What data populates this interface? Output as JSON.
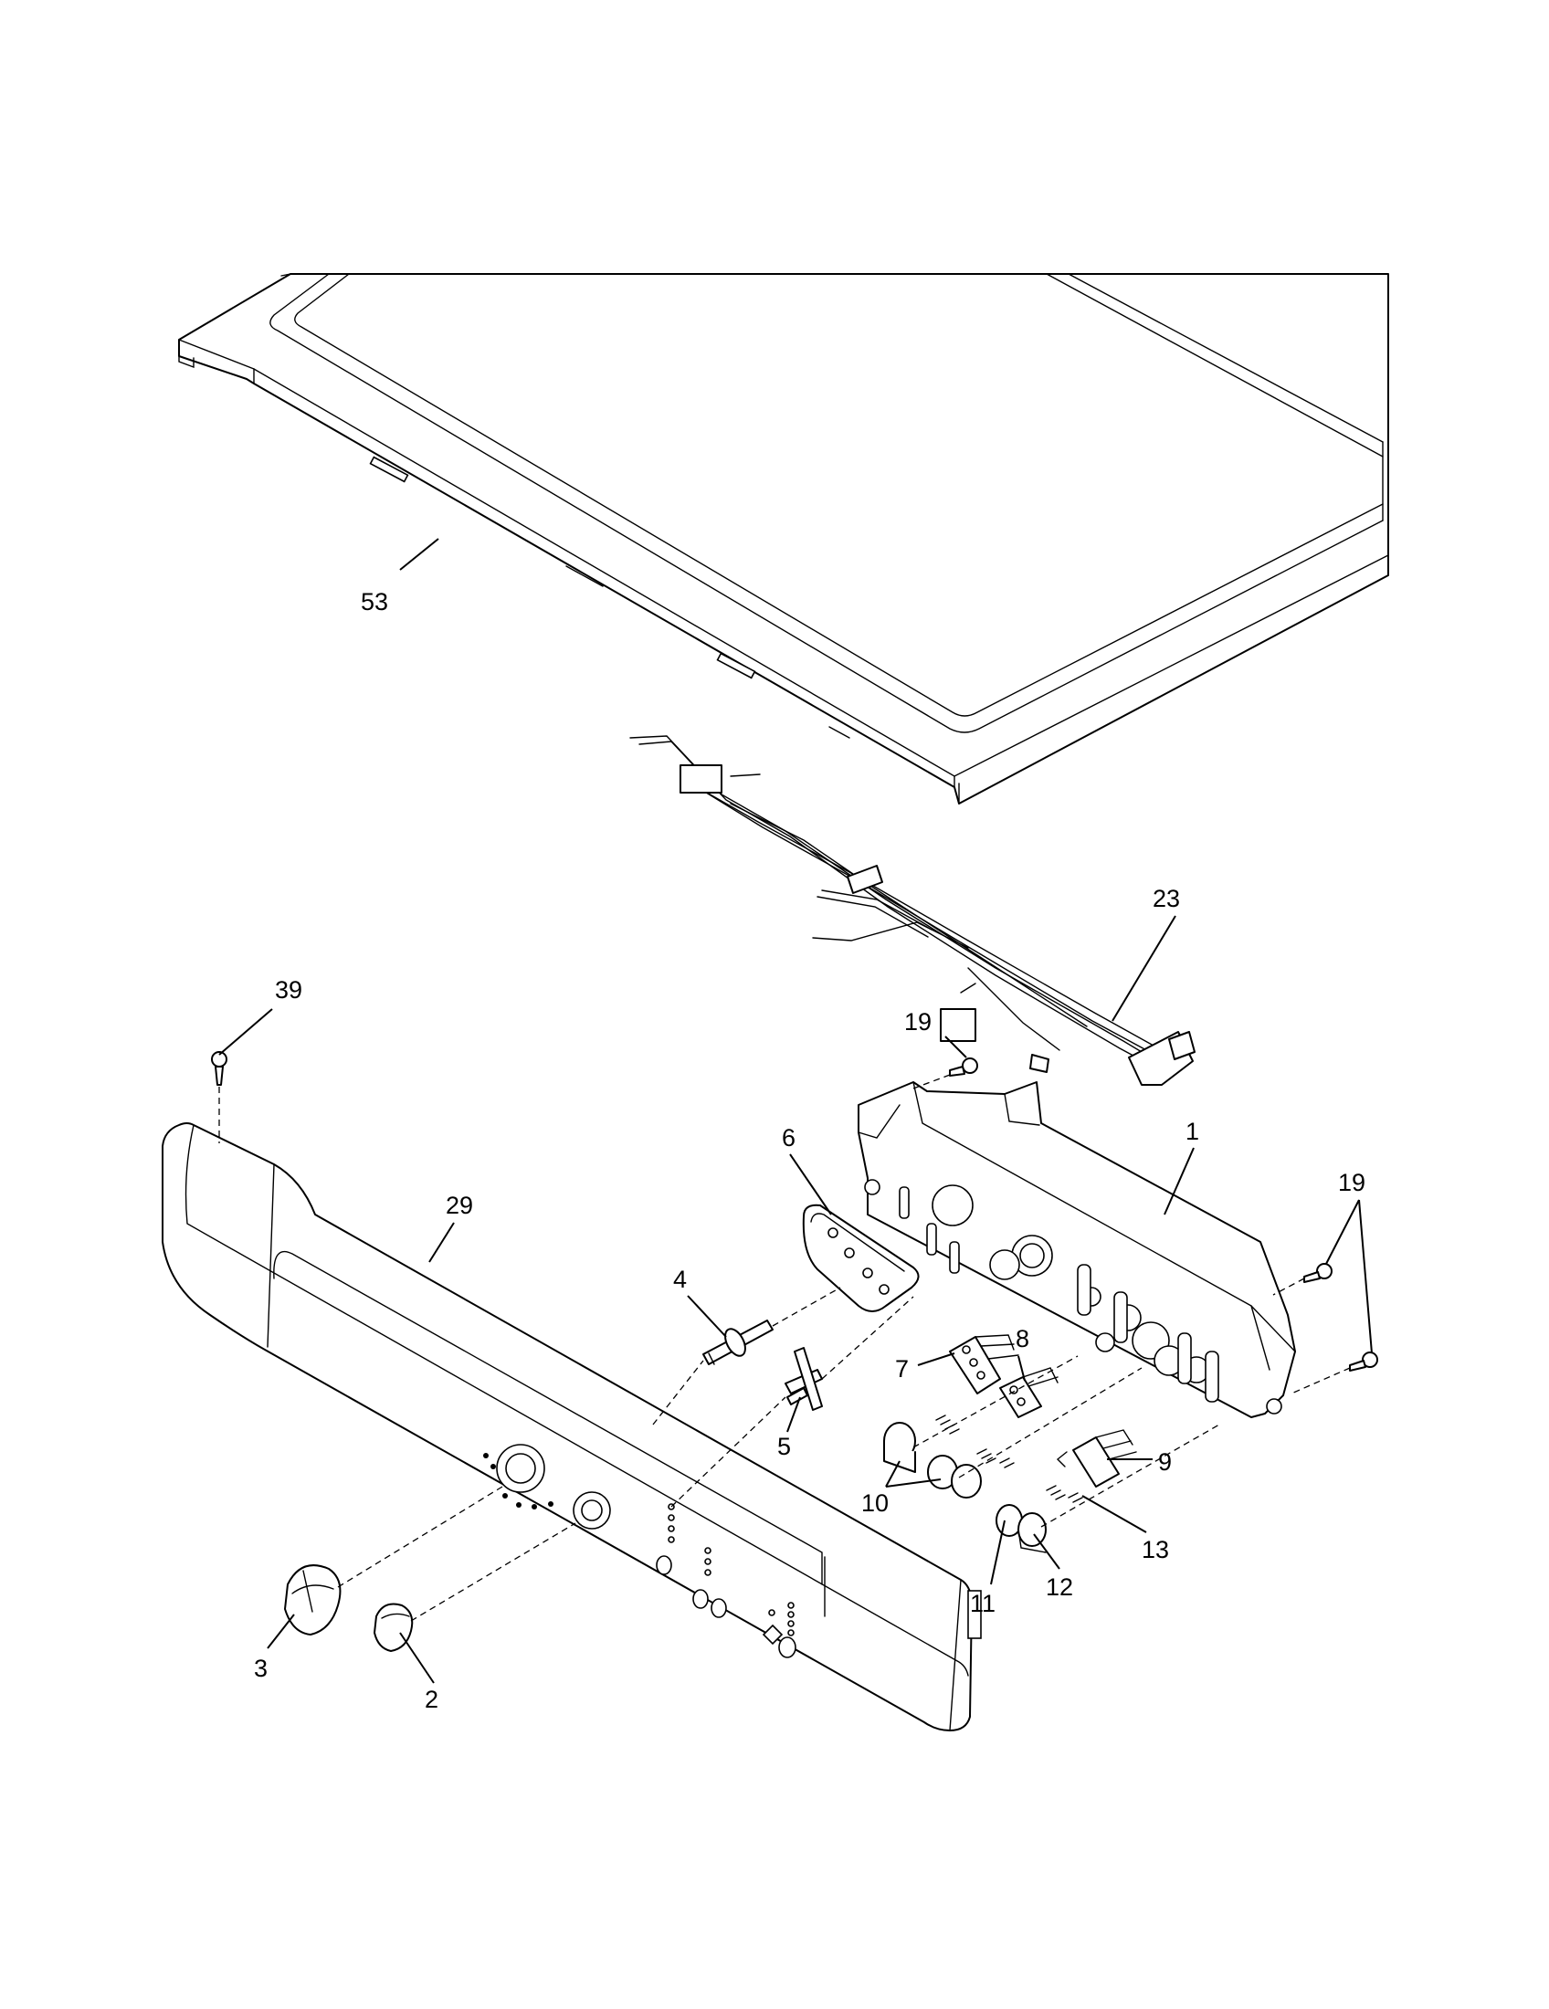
{
  "callouts": [
    {
      "id": "53",
      "label": "53"
    },
    {
      "id": "23",
      "label": "23"
    },
    {
      "id": "39",
      "label": "39"
    },
    {
      "id": "19a",
      "label": "19"
    },
    {
      "id": "1",
      "label": "1"
    },
    {
      "id": "19b",
      "label": "19"
    },
    {
      "id": "6",
      "label": "6"
    },
    {
      "id": "29",
      "label": "29"
    },
    {
      "id": "4",
      "label": "4"
    },
    {
      "id": "8",
      "label": "8"
    },
    {
      "id": "7",
      "label": "7"
    },
    {
      "id": "5",
      "label": "5"
    },
    {
      "id": "9",
      "label": "9"
    },
    {
      "id": "10",
      "label": "10"
    },
    {
      "id": "13",
      "label": "13"
    },
    {
      "id": "11",
      "label": "11"
    },
    {
      "id": "12",
      "label": "12"
    },
    {
      "id": "3",
      "label": "3"
    },
    {
      "id": "2",
      "label": "2"
    }
  ],
  "colors": {
    "line": "#000000",
    "background": "#ffffff"
  }
}
